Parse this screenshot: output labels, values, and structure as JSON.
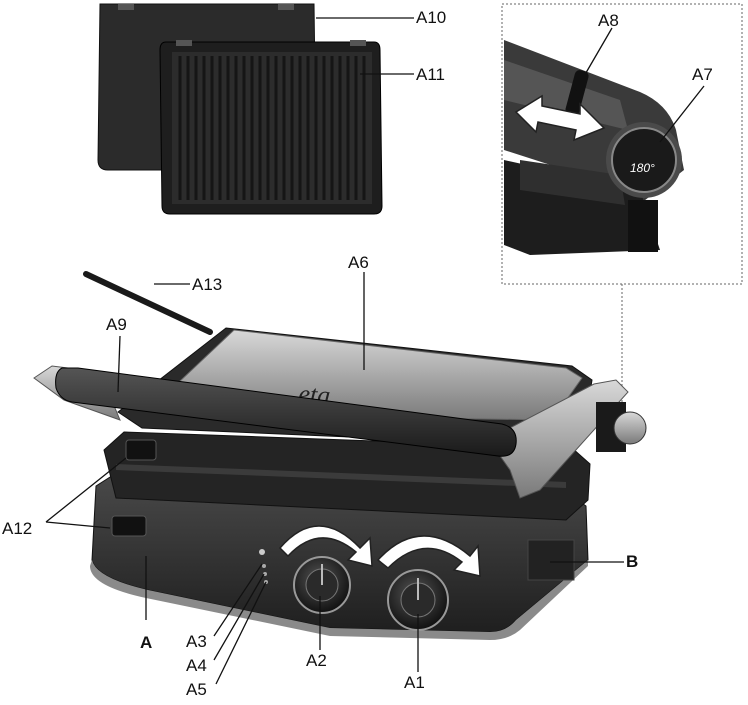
{
  "labels": {
    "a1": "A1",
    "a2": "A2",
    "a3": "A3",
    "a4": "A4",
    "a5": "A5",
    "a6": "A6",
    "a7": "A7",
    "a8": "A8",
    "a9": "A9",
    "a10": "A10",
    "a11": "A11",
    "a12": "A12",
    "a13": "A13",
    "a": "A",
    "b": "B"
  },
  "brand_logo": "eta",
  "angle_marking": "180°",
  "colors": {
    "grill_body": "#2e2e2e",
    "steel": "#b9b9b9",
    "plate": "#262626",
    "leader": "#111111"
  }
}
